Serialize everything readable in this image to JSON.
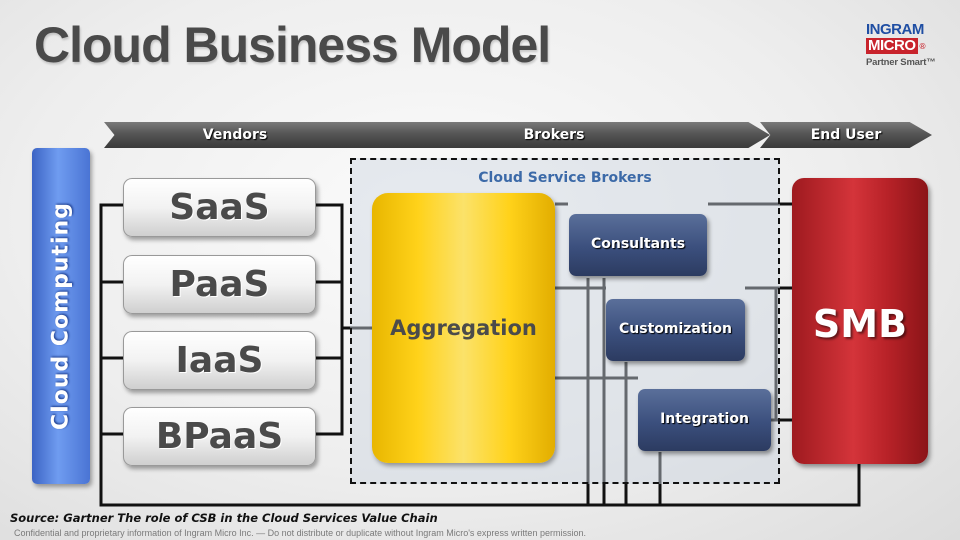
{
  "title": "Cloud Business Model",
  "logo": {
    "line1": "INGRAM",
    "line2": "MICRO",
    "reg": "®",
    "tagline": "Partner Smart™"
  },
  "arrows": {
    "vendors": "Vendors",
    "brokers": "Brokers",
    "end_user": "End User"
  },
  "left_bar": "Cloud Computing",
  "services": [
    "SaaS",
    "PaaS",
    "IaaS",
    "BPaaS"
  ],
  "broker_region_label": "Cloud Service Brokers",
  "aggregation": "Aggregation",
  "broker_services": [
    "Consultants",
    "Customization",
    "Integration"
  ],
  "end_user_box": "SMB",
  "source": "Source: Gartner The role of CSB in the Cloud Services Value Chain",
  "footer": "Confidential and proprietary information of Ingram Micro Inc. — Do not distribute or duplicate without Ingram Micro's express written permission.",
  "colors": {
    "title": "#4a4a4a",
    "cloud_bar": "#5b87e0",
    "aggregation": "#ffd21a",
    "broker_boxes": "#3b4f7d",
    "smb": "#c8232c",
    "broker_label": "#3c6aa8"
  }
}
